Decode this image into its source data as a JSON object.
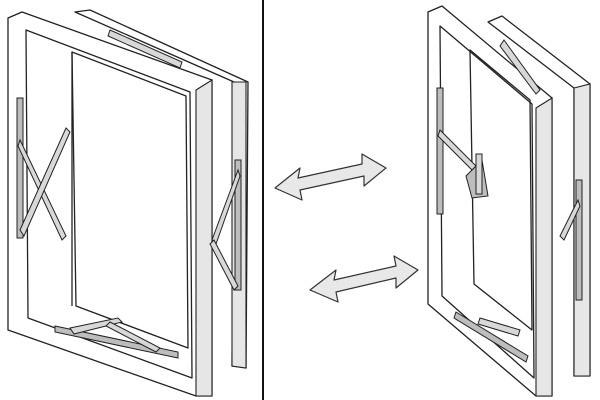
{
  "diagram": {
    "panels": [
      "closed-window-with-hinges",
      "open-window-with-hinges"
    ],
    "colors": {
      "line": "#222222",
      "background": "#ffffff",
      "hinge": "#bdbdbd",
      "arrow_fill": "#e8e8e8"
    },
    "icons": [
      "double-arrow",
      "double-arrow"
    ]
  }
}
